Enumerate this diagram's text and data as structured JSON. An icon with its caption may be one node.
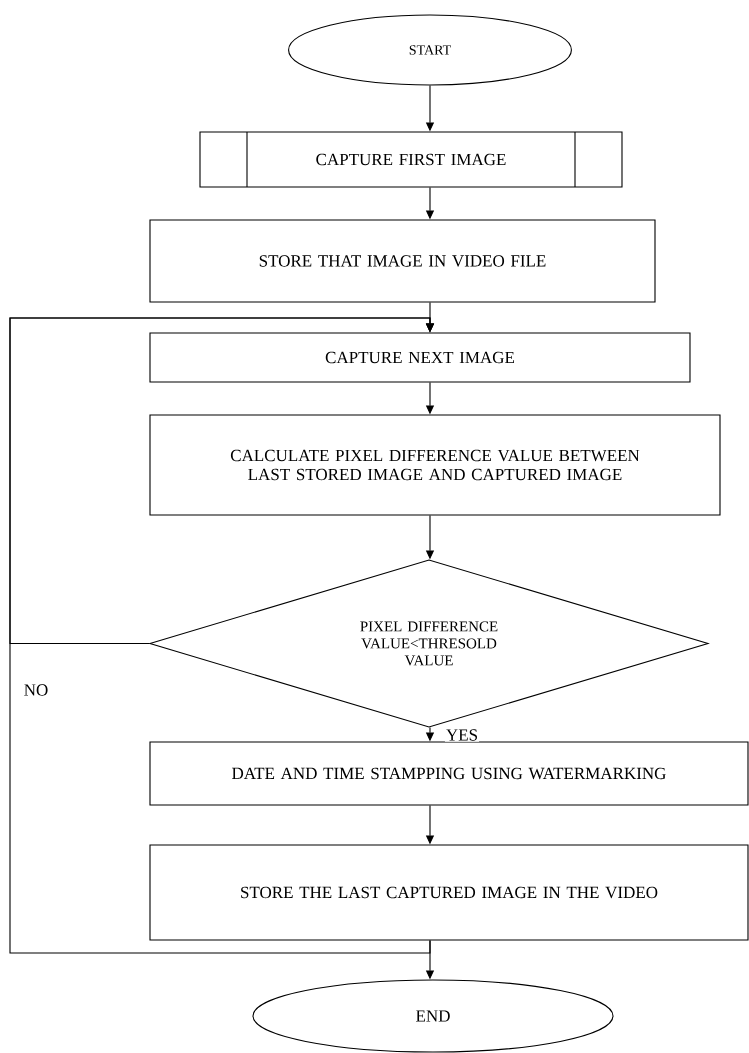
{
  "diagram": {
    "nodes": [
      {
        "text": [
          "START"
        ]
      },
      {
        "text": [
          "CAPTURE FIRST IMAGE"
        ]
      },
      {
        "text": [
          "STORE THAT IMAGE IN VIDEO FILE"
        ]
      },
      {
        "text": [
          "CAPTURE NEXT IMAGE"
        ]
      },
      {
        "text": [
          "CALCULATE PIXEL DIFFERENCE VALUE BETWEEN LAST STORED IMAGE AND CAPTURED IMAGE"
        ]
      },
      {
        "text": [
          "PIXEL DIFFERENCE VALUE<THRESOLD VALUE"
        ]
      },
      {
        "text": [
          "DATE AND TIME STAMPPING USING WATERMARKING"
        ]
      },
      {
        "text": [
          "STORE THE LAST CAPTURED IMAGE IN THE VIDEO"
        ]
      },
      {
        "text": [
          "END"
        ]
      }
    ],
    "edges": [
      {
        "from": 0,
        "to": 1,
        "arrow": "to"
      },
      {
        "from": 1,
        "to": 2,
        "arrow": "to"
      },
      {
        "from": 2,
        "to": 3,
        "arrow": "to"
      },
      {
        "from": 3,
        "to": 4,
        "arrow": "to"
      },
      {
        "from": 4,
        "to": 5,
        "arrow": "to"
      },
      {
        "from": 5,
        "to": 6,
        "arrow": "to",
        "label": "YES"
      },
      {
        "from": 5,
        "to": 3,
        "arrow": "to",
        "label": "NO"
      },
      {
        "from": 6,
        "to": 7,
        "arrow": "to"
      },
      {
        "from": 7,
        "to": 8,
        "arrow": "to"
      },
      {
        "from": 7,
        "to": 3,
        "arrow": "to"
      }
    ]
  }
}
